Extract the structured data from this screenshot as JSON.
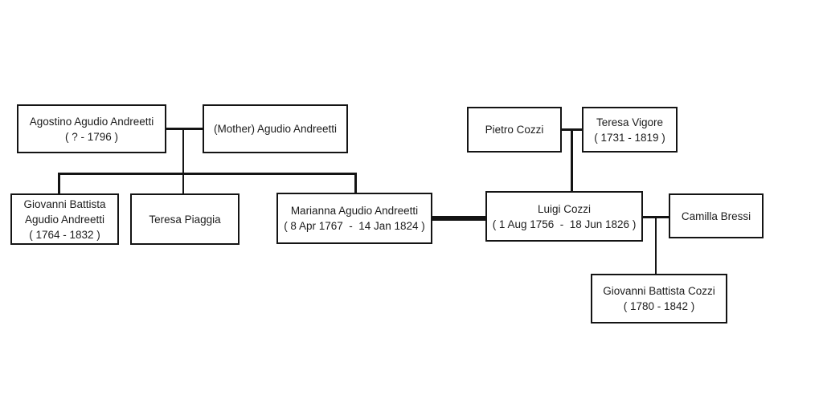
{
  "diagram": {
    "type": "family-tree",
    "background_color": "#ffffff",
    "box_fill": "#ffffff",
    "line_color": "#141414",
    "text_color": "#1c1c1c"
  },
  "persons": {
    "agostino": {
      "name": "Agostino Agudio Andreetti",
      "dates": "( ? - 1796 )"
    },
    "mother": {
      "name": "(Mother) Agudio Andreetti"
    },
    "gb_andreetti": {
      "name": "Giovanni Battista",
      "name2": "Agudio Andreetti",
      "dates": "( 1764 - 1832 )"
    },
    "teresa_piaggia": {
      "name": "Teresa Piaggia"
    },
    "marianna": {
      "name": "Marianna Agudio Andreetti",
      "dates": "( 8 Apr 1767  -  14 Jan 1824 )"
    },
    "pietro": {
      "name": "Pietro Cozzi"
    },
    "teresa_vigore": {
      "name": "Teresa Vigore",
      "dates": "( 1731 - 1819 )"
    },
    "luigi": {
      "name": "Luigi Cozzi",
      "dates": "( 1 Aug 1756  -  18 Jun 1826 )"
    },
    "camilla": {
      "name": "Camilla Bressi"
    },
    "gb_cozzi": {
      "name": "Giovanni Battista Cozzi",
      "dates": "( 1780 - 1842 )"
    }
  },
  "relationships": [
    {
      "type": "couple",
      "between": [
        "Agostino Agudio Andreetti",
        "(Mother) Agudio Andreetti"
      ]
    },
    {
      "type": "children",
      "parents": [
        "Agostino Agudio Andreetti",
        "(Mother) Agudio Andreetti"
      ],
      "children": [
        "Giovanni Battista Agudio Andreetti",
        "Teresa Piaggia",
        "Marianna Agudio Andreetti"
      ]
    },
    {
      "type": "couple",
      "between": [
        "Pietro Cozzi",
        "Teresa Vigore"
      ]
    },
    {
      "type": "children",
      "parents": [
        "Pietro Cozzi",
        "Teresa Vigore"
      ],
      "children": [
        "Luigi Cozzi"
      ]
    },
    {
      "type": "marriage-bold-line",
      "between": [
        "Marianna Agudio Andreetti",
        "Luigi Cozzi"
      ]
    },
    {
      "type": "couple",
      "between": [
        "Luigi Cozzi",
        "Camilla Bressi"
      ]
    },
    {
      "type": "children",
      "parents": [
        "Luigi Cozzi",
        "Camilla Bressi"
      ],
      "children": [
        "Giovanni Battista Cozzi"
      ]
    }
  ]
}
